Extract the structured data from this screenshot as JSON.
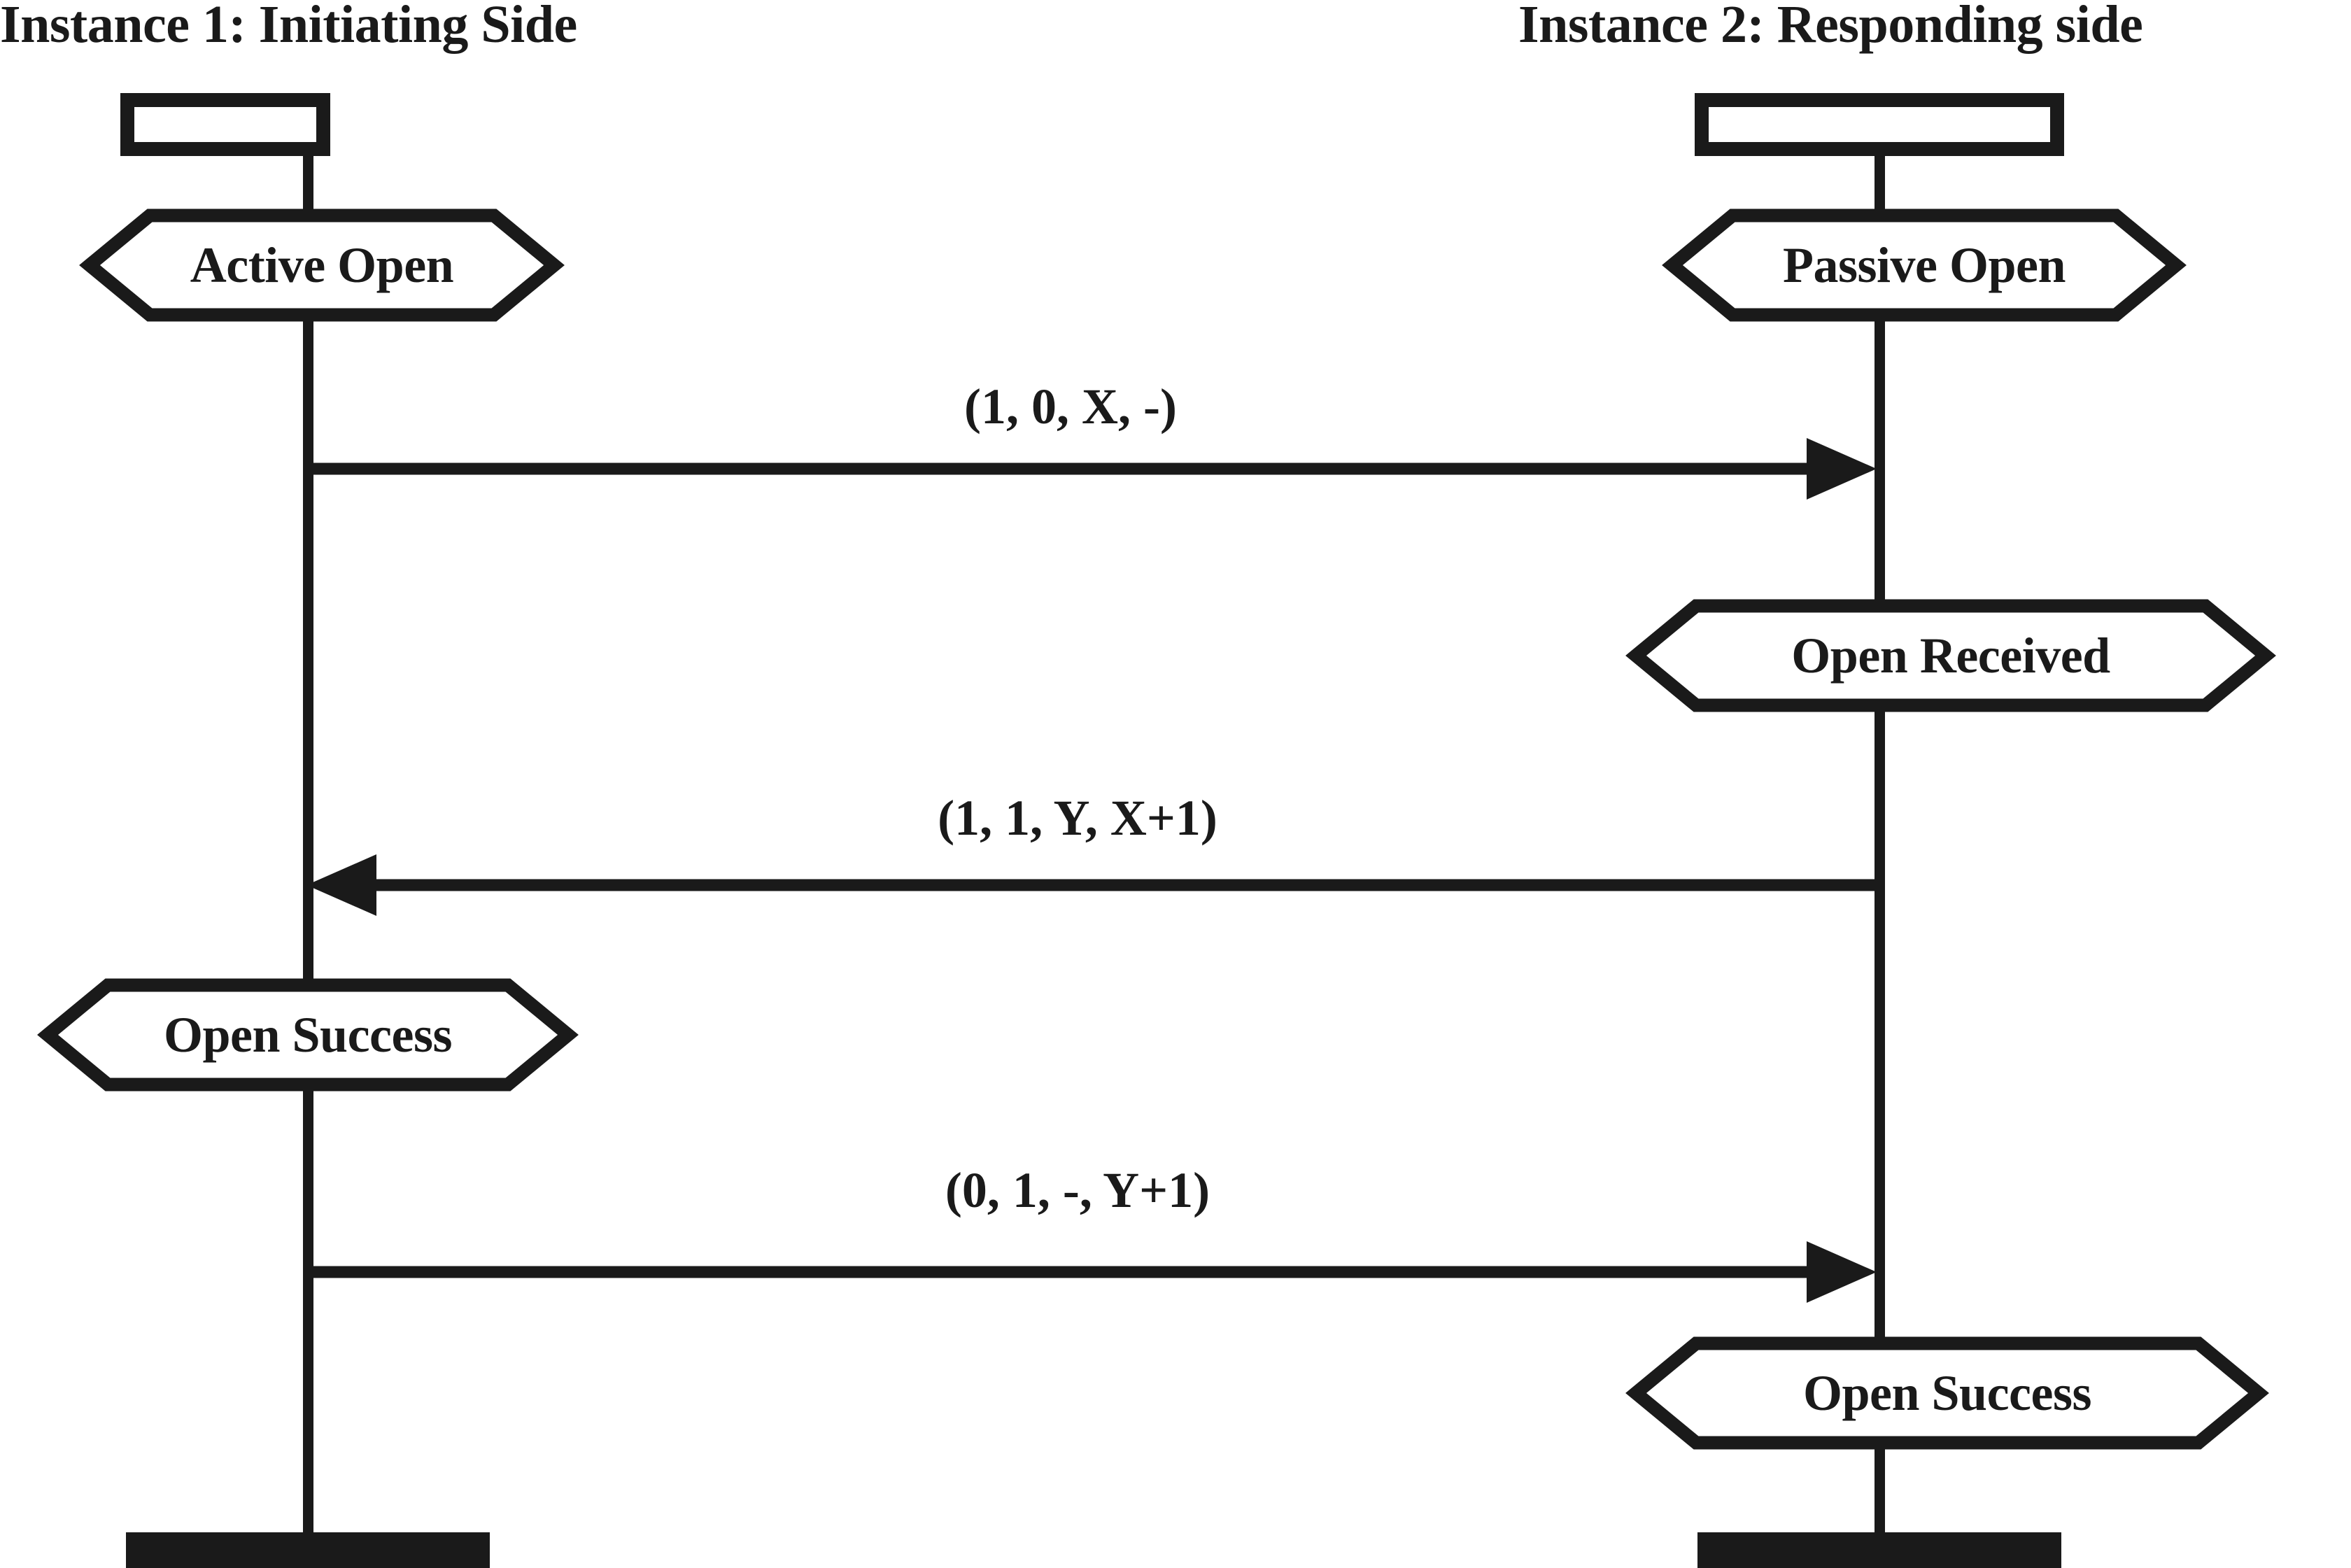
{
  "diagram": {
    "type": "uml-sequence-diagram",
    "background_color": "#ffffff",
    "stroke_color": "#1a1a1a"
  },
  "columns": [
    {
      "id": "instance-1",
      "title": "Instance 1: Initiating Side",
      "role": "initiating"
    },
    {
      "id": "instance-2",
      "title": "Instance 2: Responding side",
      "role": "responding"
    }
  ],
  "states": [
    {
      "id": "active-open",
      "label": "Active Open",
      "column": "instance-1"
    },
    {
      "id": "passive-open",
      "label": "Passive Open",
      "column": "instance-2"
    },
    {
      "id": "open-received",
      "label": "Open Received",
      "column": "instance-2"
    },
    {
      "id": "open-success-left",
      "label": "Open Success",
      "column": "instance-1"
    },
    {
      "id": "open-success-right",
      "label": "Open Success",
      "column": "instance-2"
    }
  ],
  "messages": [
    {
      "id": "msg-1",
      "label": "(1, 0, X, -)",
      "direction": "left-to-right"
    },
    {
      "id": "msg-2",
      "label": "(1, 1, Y, X+1)",
      "direction": "right-to-left"
    },
    {
      "id": "msg-3",
      "label": "(0, 1, -, Y+1)",
      "direction": "left-to-right"
    }
  ]
}
